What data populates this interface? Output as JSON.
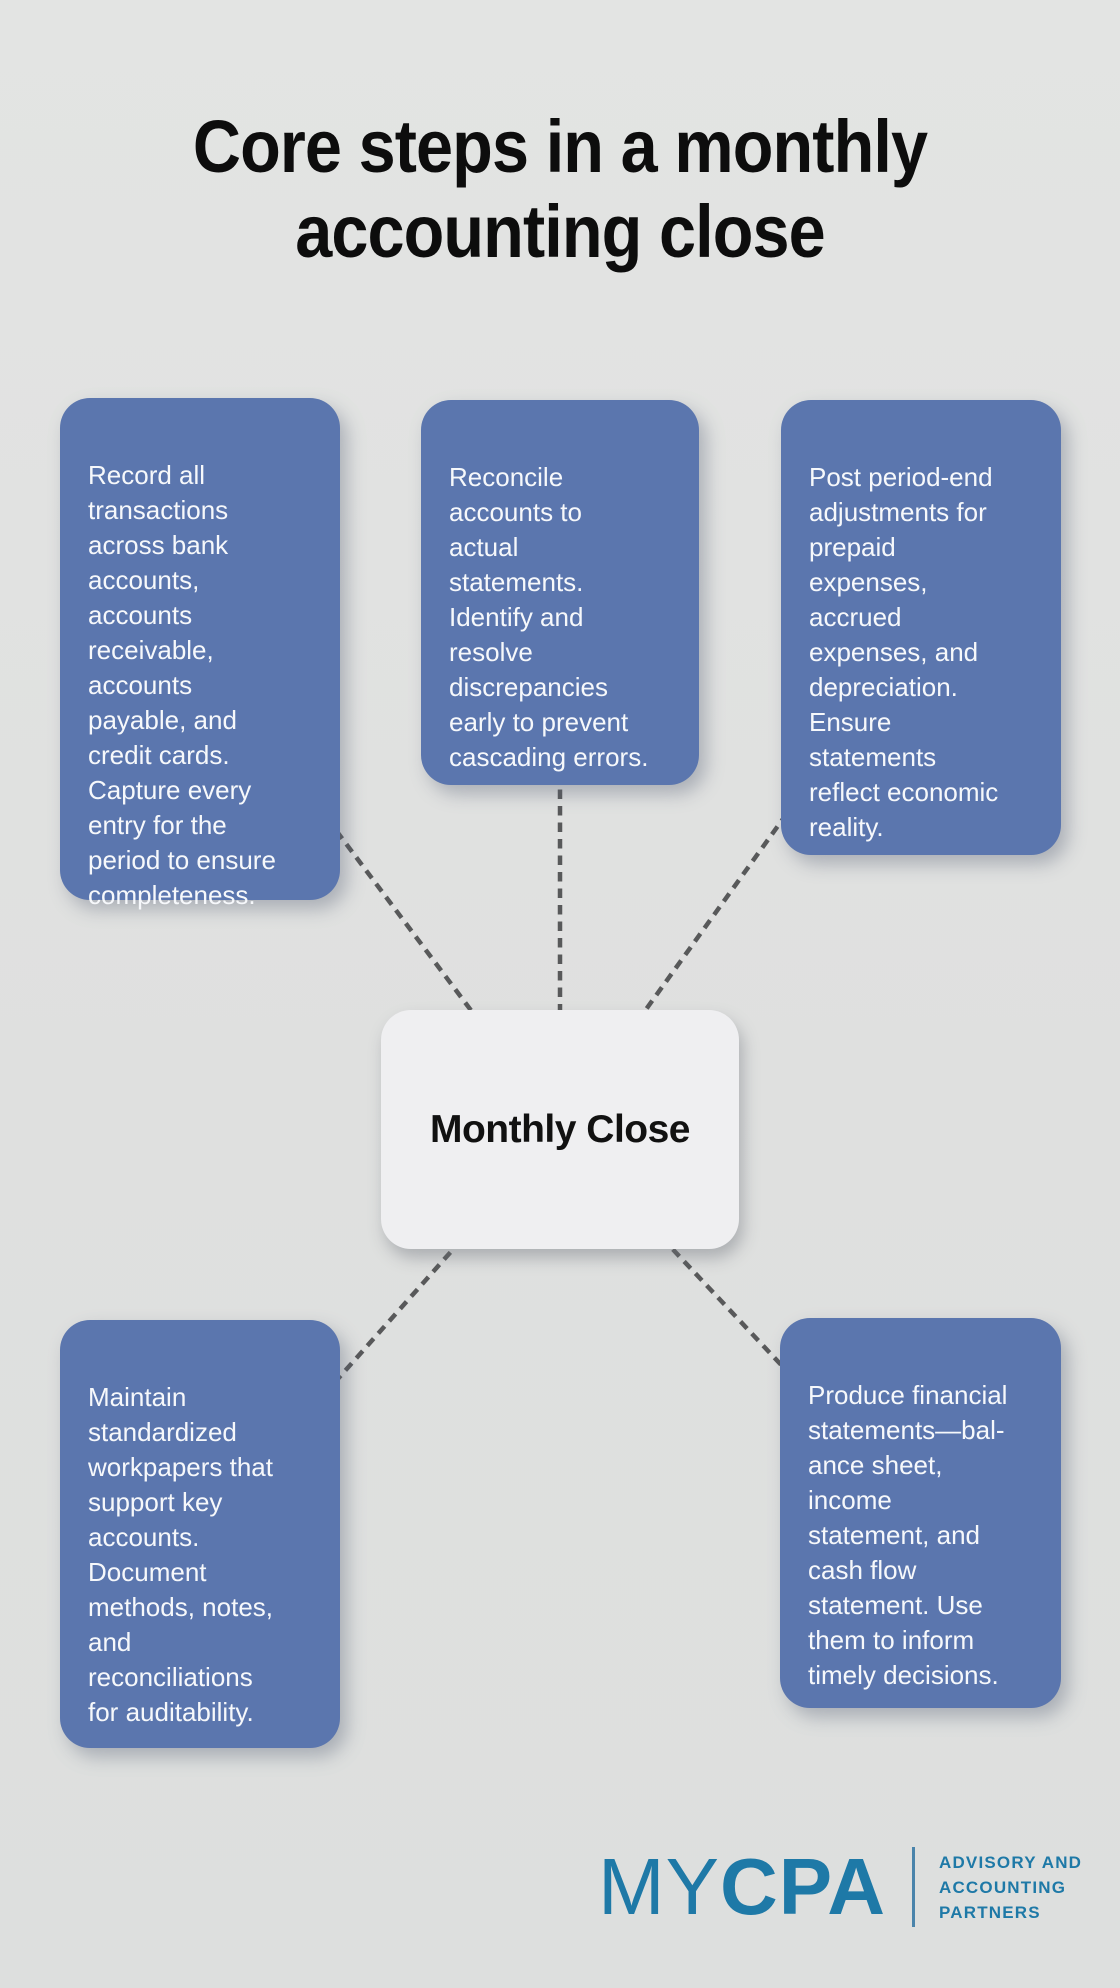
{
  "title": "Core steps in a monthly\naccounting close",
  "center_node": {
    "label": "Monthly Close"
  },
  "steps": [
    {
      "name": "record-transactions",
      "text": "Record all\ntransactions\nacross bank\naccounts,\naccounts\nreceivable,\naccounts\npayable, and\ncredit cards.\nCapture every\nentry for the\nperiod to ensure\ncompleteness."
    },
    {
      "name": "reconcile-accounts",
      "text": "Reconcile\naccounts to\nactual\nstatements.\nIdentify and\nresolve\ndiscrepancies\nearly to prevent\ncascading errors."
    },
    {
      "name": "post-adjustments",
      "text": "Post period-end\nadjustments for\nprepaid\nexpenses,\naccrued\nexpenses, and\ndepreciation.\nEnsure\nstatements\nreflect economic\nreality."
    },
    {
      "name": "maintain-workpapers",
      "text": "Maintain\nstandardized\nworkpapers that\nsupport key\naccounts.\nDocument\nmethods, notes,\nand\nreconciliations\nfor auditability."
    },
    {
      "name": "produce-statements",
      "text": "Produce financial\nstatements—bal-\nance sheet,\nincome\nstatement, and\ncash flow\nstatement. Use\nthem to inform\ntimely decisions."
    }
  ],
  "logo": {
    "brand_light": "MY",
    "brand_bold": "CPA",
    "tagline": "ADVISORY AND\nACCOUNTING\nPARTNERS"
  },
  "colors": {
    "background": "#e0e1e0",
    "step_box": "#5b76ae",
    "step_text": "#f6f8fb",
    "center_box": "#efeff1",
    "center_text": "#111111",
    "connector": "#58595a",
    "brand": "#1e79a7"
  }
}
